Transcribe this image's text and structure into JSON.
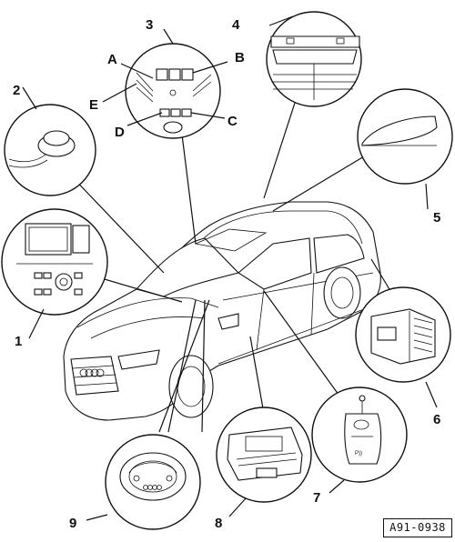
{
  "diagram": {
    "callouts": [
      {
        "id": "1",
        "label": "1"
      },
      {
        "id": "2",
        "label": "2"
      },
      {
        "id": "3",
        "label": "3"
      },
      {
        "id": "4",
        "label": "4"
      },
      {
        "id": "5",
        "label": "5"
      },
      {
        "id": "6",
        "label": "6"
      },
      {
        "id": "7",
        "label": "7"
      },
      {
        "id": "8",
        "label": "8"
      },
      {
        "id": "9",
        "label": "9"
      }
    ],
    "sub_labels": {
      "a": "A",
      "b": "B",
      "c": "C",
      "d": "D",
      "e": "E"
    },
    "reference_code": "A91-0938"
  }
}
